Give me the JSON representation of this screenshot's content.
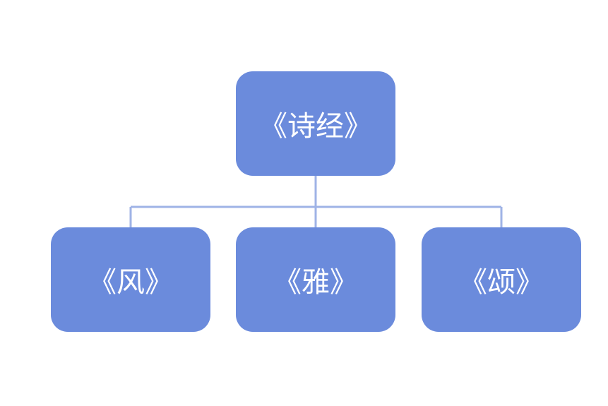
{
  "diagram": {
    "root": {
      "label": "《诗经》"
    },
    "children": [
      {
        "label": "《风》"
      },
      {
        "label": "《雅》"
      },
      {
        "label": "《颂》"
      }
    ]
  },
  "colors": {
    "node_fill": "#6b8bdc",
    "node_text": "#ffffff",
    "connector": "#9fb3e6",
    "background": "#ffffff"
  }
}
